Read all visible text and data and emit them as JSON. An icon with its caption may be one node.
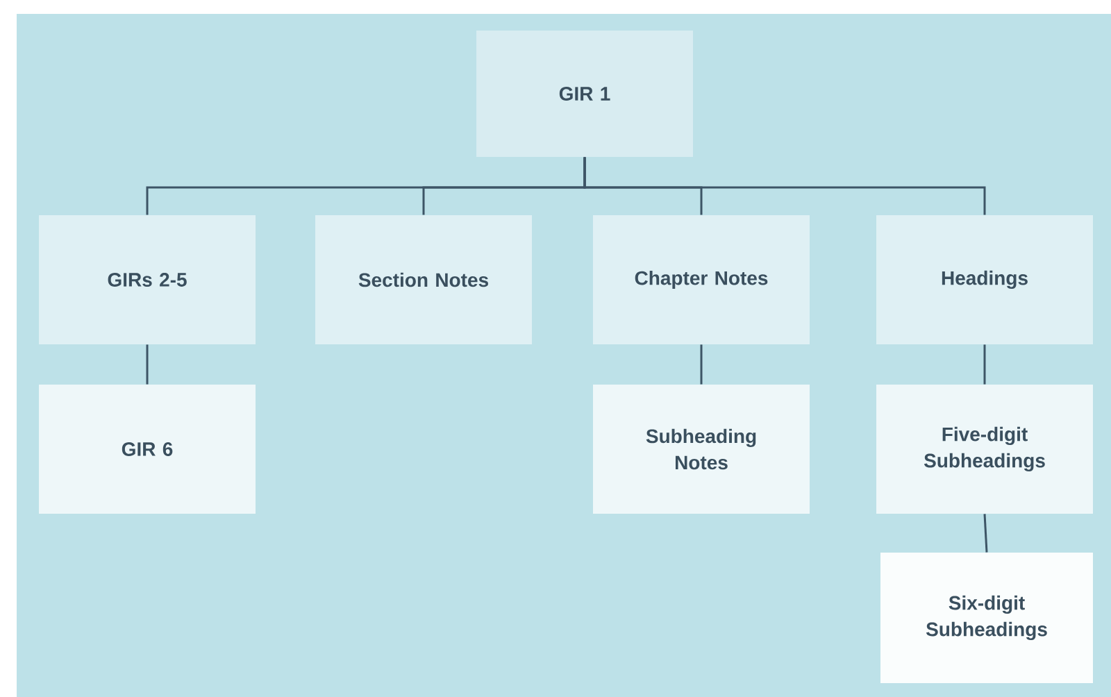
{
  "diagram": {
    "nodes": [
      {
        "text": [
          "GIR 1"
        ]
      },
      {
        "text": [
          "GIRs 2-5"
        ]
      },
      {
        "text": [
          "Section Notes"
        ]
      },
      {
        "text": [
          "Chapter Notes"
        ]
      },
      {
        "text": [
          "Headings"
        ]
      },
      {
        "text": [
          "GIR 6"
        ]
      },
      {
        "text": [
          "Subheading Notes"
        ]
      },
      {
        "text": [
          "Five-digit Subheadings"
        ]
      },
      {
        "text": [
          "Six-digit Subheadings"
        ]
      }
    ],
    "edges": [
      {
        "from": 0,
        "to": 1,
        "arrow": "none"
      },
      {
        "from": 0,
        "to": 2,
        "arrow": "none"
      },
      {
        "from": 0,
        "to": 3,
        "arrow": "none"
      },
      {
        "from": 0,
        "to": 4,
        "arrow": "none"
      },
      {
        "from": 1,
        "to": 5,
        "arrow": "none"
      },
      {
        "from": 3,
        "to": 6,
        "arrow": "none"
      },
      {
        "from": 4,
        "to": 7,
        "arrow": "none"
      },
      {
        "from": 7,
        "to": 8,
        "arrow": "none"
      }
    ]
  }
}
